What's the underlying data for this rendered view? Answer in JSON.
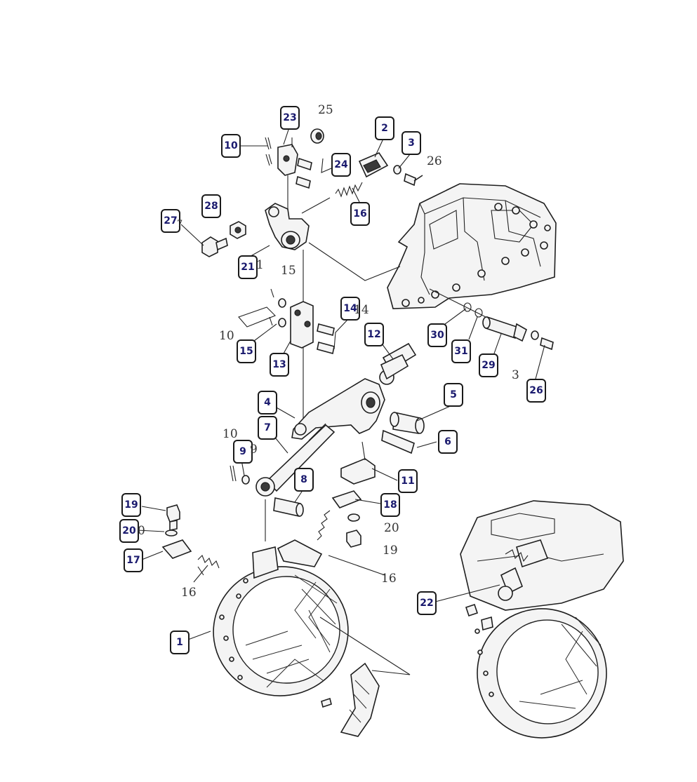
{
  "diagram": {
    "callouts": [
      {
        "id": "c1",
        "label": "1"
      },
      {
        "id": "c2",
        "label": "2"
      },
      {
        "id": "c3",
        "label": "3"
      },
      {
        "id": "c4",
        "label": "4"
      },
      {
        "id": "c5",
        "label": "5"
      },
      {
        "id": "c6",
        "label": "6"
      },
      {
        "id": "c7",
        "label": "7"
      },
      {
        "id": "c8",
        "label": "8"
      },
      {
        "id": "c9",
        "label": "9"
      },
      {
        "id": "c10",
        "label": "10"
      },
      {
        "id": "c11",
        "label": "11"
      },
      {
        "id": "c12",
        "label": "12"
      },
      {
        "id": "c13",
        "label": "13"
      },
      {
        "id": "c14",
        "label": "14"
      },
      {
        "id": "c15",
        "label": "15"
      },
      {
        "id": "c16",
        "label": "16"
      },
      {
        "id": "c17",
        "label": "17"
      },
      {
        "id": "c18",
        "label": "18"
      },
      {
        "id": "c19",
        "label": "19"
      },
      {
        "id": "c20",
        "label": "20"
      },
      {
        "id": "c21",
        "label": "21"
      },
      {
        "id": "c22",
        "label": "22"
      },
      {
        "id": "c23",
        "label": "23"
      },
      {
        "id": "c24",
        "label": "24"
      },
      {
        "id": "c26",
        "label": "26"
      },
      {
        "id": "c27",
        "label": "27"
      },
      {
        "id": "c28",
        "label": "28"
      },
      {
        "id": "c29",
        "label": "29"
      },
      {
        "id": "c30",
        "label": "30"
      },
      {
        "id": "c31",
        "label": "31"
      }
    ],
    "plain_labels": [
      {
        "id": "p25",
        "label": "25"
      },
      {
        "id": "p26a",
        "label": "26"
      },
      {
        "id": "p15",
        "label": "15"
      },
      {
        "id": "p10a",
        "label": "10"
      },
      {
        "id": "p14",
        "label": "14"
      },
      {
        "id": "p3b",
        "label": "3"
      },
      {
        "id": "p10b",
        "label": "10"
      },
      {
        "id": "p9",
        "label": "9"
      },
      {
        "id": "p20",
        "label": "20"
      },
      {
        "id": "p0",
        "label": "0"
      },
      {
        "id": "p19",
        "label": "19"
      },
      {
        "id": "p16a",
        "label": "16"
      },
      {
        "id": "p16b",
        "label": "16"
      },
      {
        "id": "p1",
        "label": "1"
      },
      {
        "id": "p7",
        "label": "7"
      }
    ]
  }
}
